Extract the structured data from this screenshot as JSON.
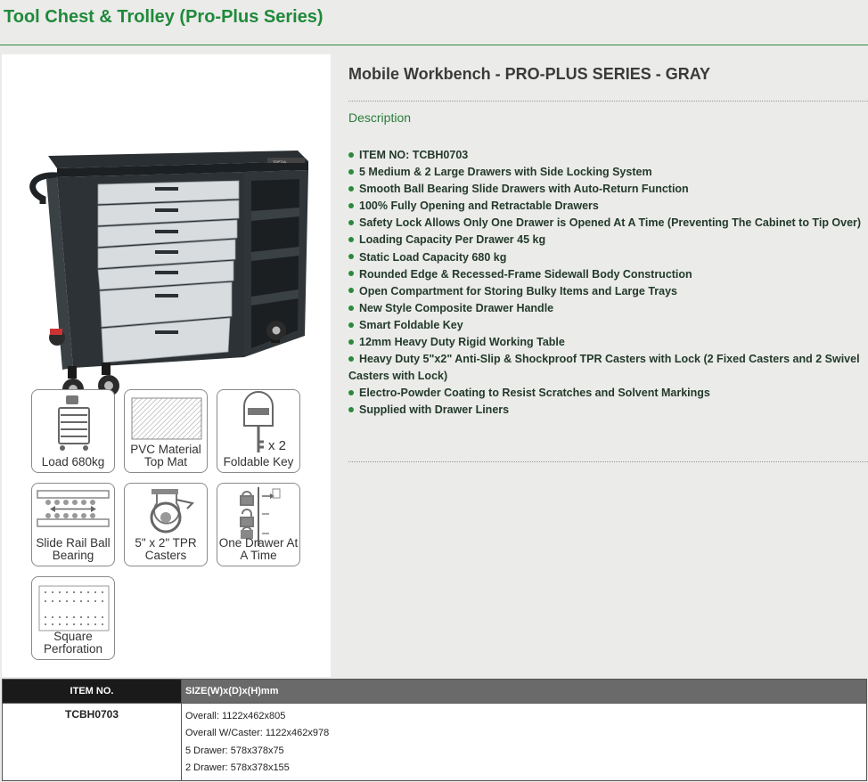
{
  "page_title": "Tool Chest & Trolley (Pro-Plus Series)",
  "product_name": "Mobile Workbench - PRO-PLUS SERIES - GRAY",
  "description_heading": "Description",
  "features": [
    "ITEM NO: TCBH0703",
    "5 Medium & 2 Large Drawers with Side Locking System",
    "Smooth Ball Bearing Slide Drawers with Auto-Return Function",
    "100% Fully Opening and Retractable Drawers",
    "Safety Lock Allows Only One Drawer is Opened At A Time (Preventing The Cabinet to Tip Over)",
    "Loading Capacity Per Drawer 45 kg",
    "Static Load Capacity 680 kg",
    "Rounded Edge & Recessed-Frame Sidewall Body Construction",
    "Open Compartment for Storing Bulky Items and Large Trays",
    "New Style Composite Drawer Handle",
    "Smart Foldable Key",
    "12mm Heavy Duty Rigid Working Table",
    "Heavy Duty 5\"x2\" Anti-Slip & Shockproof TPR Casters with Lock (2 Fixed Casters and 2 Swivel Casters with Lock)",
    "Electro-Powder Coating to Resist Scratches and Solvent Markings",
    "Supplied with Drawer Liners"
  ],
  "feature_tiles": {
    "load": {
      "line1": "Load 680kg"
    },
    "pvc": {
      "line1": "PVC Material",
      "line2": "Top Mat"
    },
    "key": {
      "line1": "Foldable Key",
      "count": "x 2"
    },
    "rail": {
      "line1": "Slide Rail Ball",
      "line2": "Bearing"
    },
    "caster": {
      "line1": "5\" x 2\" TPR",
      "line2": "Casters"
    },
    "one_drawer": {
      "line1": "One Drawer At",
      "line2": "A Time"
    },
    "square": {
      "line1": "Square",
      "line2": "Perforation"
    }
  },
  "brand_badge": "TOPTUL",
  "spec_table": {
    "headers": [
      "ITEM NO.",
      "SIZE(W)x(D)x(H)mm"
    ],
    "item_no": "TCBH0703",
    "sizes": [
      "Overall: 1122x462x805",
      "Overall W/Caster: 1122x462x978",
      "5 Drawer: 578x378x75",
      "2 Drawer: 578x378x155"
    ]
  },
  "colors": {
    "title_green": "#1f8a3a",
    "bullet_green": "#2b8a3a",
    "cabinet": "#2c3236"
  }
}
